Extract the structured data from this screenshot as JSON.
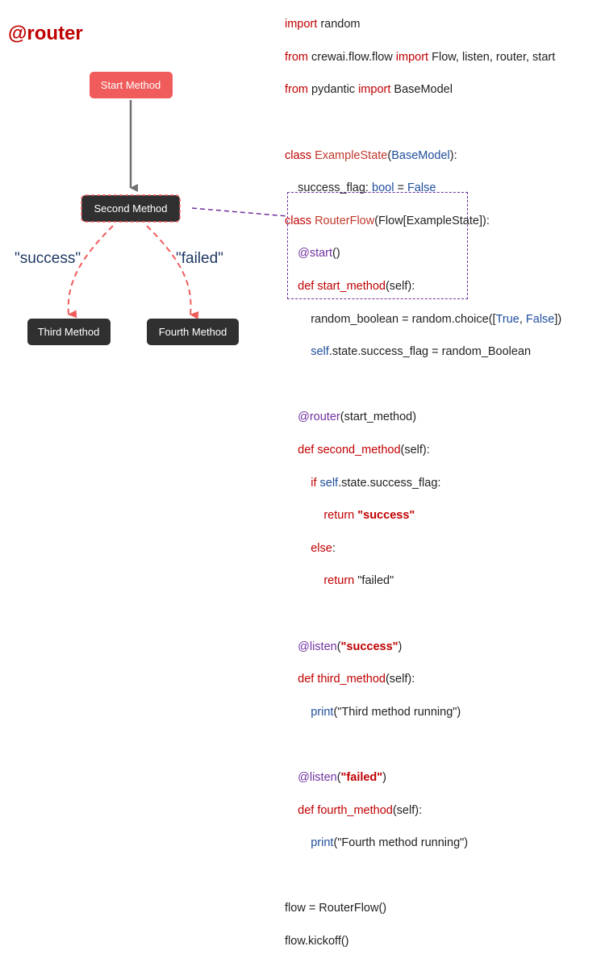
{
  "title": "@router",
  "diagram": {
    "nodes": [
      {
        "id": "start",
        "label": "Start Method",
        "color": "#f05c5c"
      },
      {
        "id": "second",
        "label": "Second Method",
        "color": "#303030"
      },
      {
        "id": "third",
        "label": "Third Method",
        "color": "#303030"
      },
      {
        "id": "fourth",
        "label": "Fourth Method",
        "color": "#303030"
      }
    ],
    "edge_labels": {
      "success": "\"success\"",
      "failed": "\"failed\""
    }
  },
  "code": {
    "l1": {
      "a": "import",
      "b": " random"
    },
    "l2": {
      "a": "from",
      "b": " crewai.flow.flow ",
      "c": "import",
      "d": " Flow, listen, router, start"
    },
    "l3": {
      "a": "from",
      "b": " pydantic ",
      "c": "import",
      "d": " BaseModel"
    },
    "l5": {
      "a": "class",
      "b": " ExampleState",
      "c": "(",
      "d": "BaseModel",
      "e": "):"
    },
    "l6": {
      "a": "    success_flag: ",
      "b": "bool",
      "c": " = ",
      "d": "False"
    },
    "l7": {
      "a": "class",
      "b": " RouterFlow",
      "c": "(Flow[ExampleState]):"
    },
    "l8": {
      "a": "    ",
      "b": "@start",
      "c": "()"
    },
    "l9": {
      "a": "    ",
      "b": "def",
      "c": " start_method",
      "d": "(self):"
    },
    "l10": {
      "a": "        random_boolean = random.choice([",
      "b": "True",
      "c": ", ",
      "d": "False",
      "e": "])"
    },
    "l11": {
      "a": "        ",
      "b": "self",
      "c": ".state.success_flag = random_Boolean"
    },
    "l12": {
      "a": "    ",
      "b": "@router",
      "c": "(start_method)"
    },
    "l13": {
      "a": "    ",
      "b": "def",
      "c": " second_method",
      "d": "(self):"
    },
    "l14": {
      "a": "        ",
      "b": "if",
      "c": " ",
      "d": "self",
      "e": ".state.success_flag:"
    },
    "l15": {
      "a": "            ",
      "b": "return",
      "c": " ",
      "d": "\"success\""
    },
    "l16": {
      "a": "        ",
      "b": "else",
      "c": ":"
    },
    "l17": {
      "a": "            ",
      "b": "return",
      "c": " \"failed\""
    },
    "l19": {
      "a": "    ",
      "b": "@listen",
      "c": "(",
      "d": "\"success\"",
      "e": ")"
    },
    "l20": {
      "a": "    ",
      "b": "def",
      "c": " third_method",
      "d": "(self):"
    },
    "l21": {
      "a": "        ",
      "b": "print",
      "c": "(\"Third method running\")"
    },
    "l23": {
      "a": "    ",
      "b": "@listen",
      "c": "(",
      "d": "\"failed\"",
      "e": ")"
    },
    "l24": {
      "a": "    ",
      "b": "def",
      "c": " fourth_method",
      "d": "(self):"
    },
    "l25": {
      "a": "        ",
      "b": "print",
      "c": "(\"Fourth method running\")"
    },
    "l27": {
      "a": "flow = RouterFlow()"
    },
    "l28": {
      "a": "flow.kickoff()"
    }
  }
}
